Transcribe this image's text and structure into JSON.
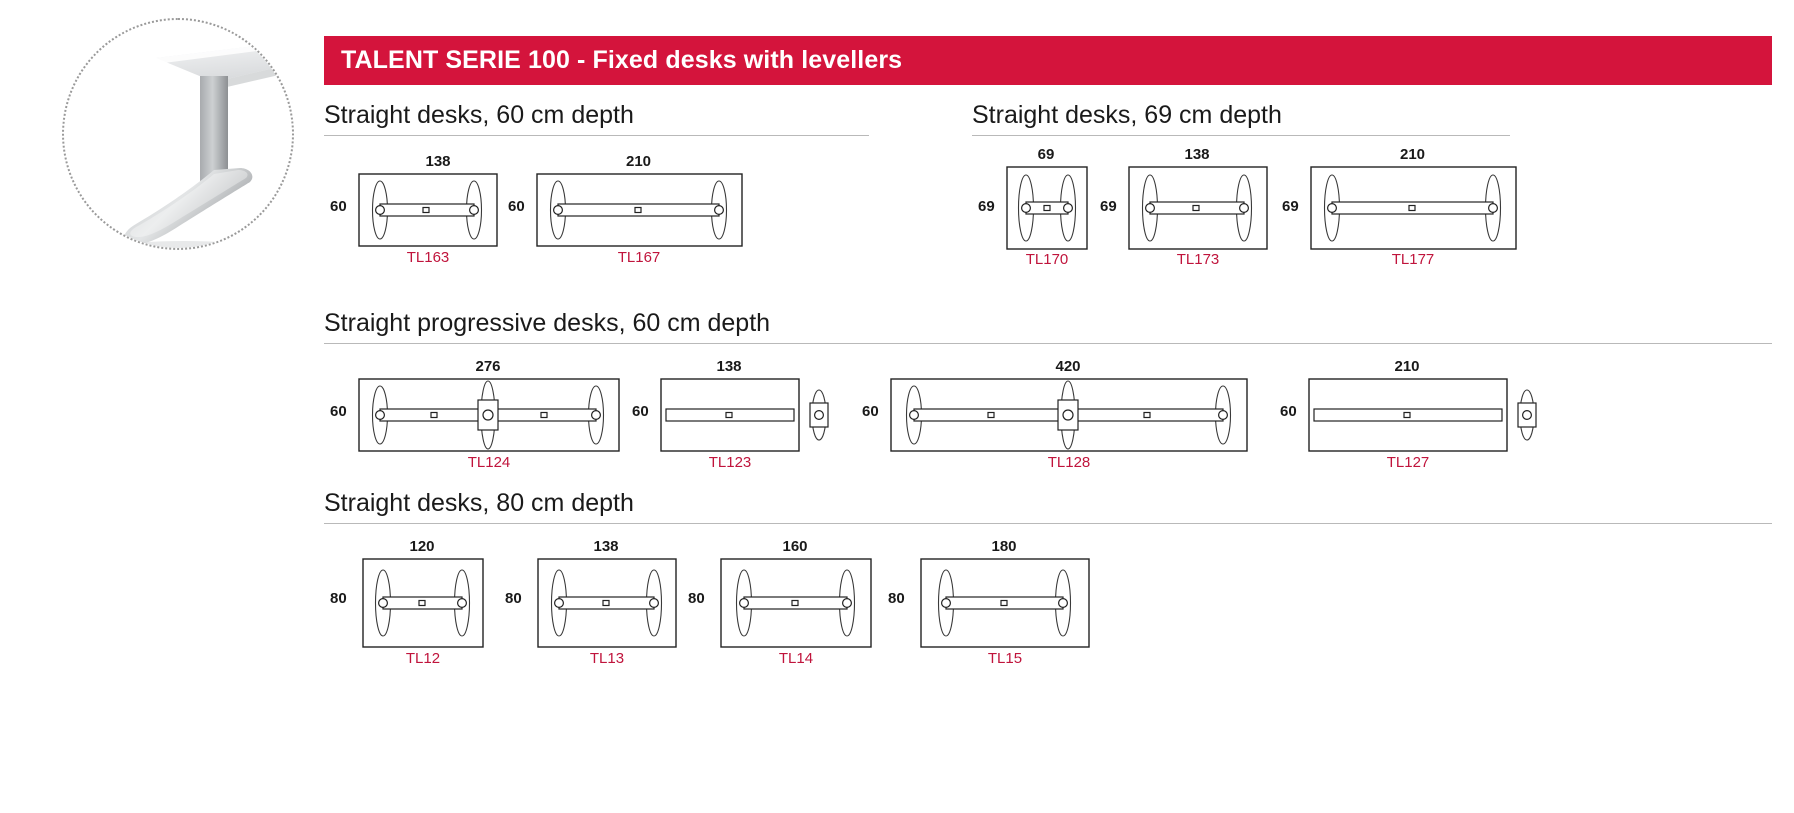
{
  "banner": {
    "title": "TALENT SERIE 100 - Fixed desks with levellers",
    "color": "#d4143c"
  },
  "photo": {
    "alt_name": "t-leg-desk-base-photo"
  },
  "accent_code_color": "#c0143c",
  "sections": [
    {
      "id": "straight-60",
      "heading": "Straight desks, 60 cm depth",
      "items": [
        {
          "code": "TL163",
          "width": "138",
          "depth": "60"
        },
        {
          "code": "TL167",
          "width": "210",
          "depth": "60"
        }
      ]
    },
    {
      "id": "straight-69",
      "heading": "Straight desks, 69 cm depth",
      "items": [
        {
          "code": "TL170",
          "width": "69",
          "depth": "69"
        },
        {
          "code": "TL173",
          "width": "138",
          "depth": "69"
        },
        {
          "code": "TL177",
          "width": "210",
          "depth": "69"
        }
      ]
    },
    {
      "id": "progressive-60",
      "heading": "Straight progressive desks, 60 cm depth",
      "items": [
        {
          "code": "TL124",
          "width": "276",
          "depth": "60"
        },
        {
          "code": "TL123",
          "width": "138",
          "depth": "60"
        },
        {
          "code": "TL128",
          "width": "420",
          "depth": "60"
        },
        {
          "code": "TL127",
          "width": "210",
          "depth": "60"
        }
      ]
    },
    {
      "id": "straight-80",
      "heading": "Straight desks, 80 cm depth",
      "items": [
        {
          "code": "TL12",
          "width": "120",
          "depth": "80"
        },
        {
          "code": "TL13",
          "width": "138",
          "depth": "80"
        },
        {
          "code": "TL14",
          "width": "160",
          "depth": "80"
        },
        {
          "code": "TL15",
          "width": "180",
          "depth": "80"
        }
      ]
    }
  ]
}
